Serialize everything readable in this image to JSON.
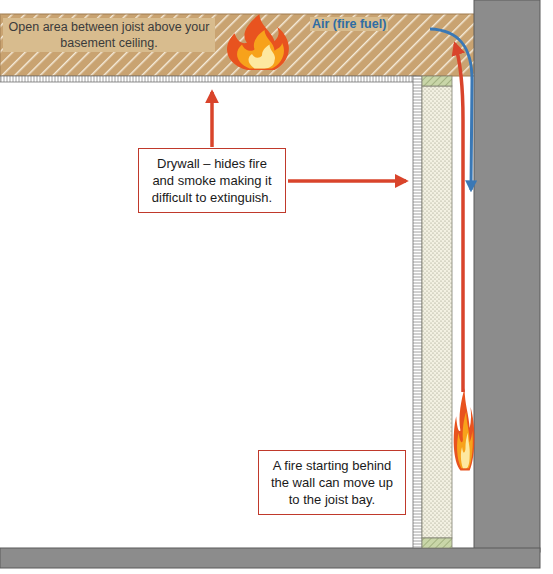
{
  "diagram": {
    "nodes": [
      {
        "text": [
          "Open area between joist above your basement ceiling."
        ]
      },
      {
        "text": [
          "Drywall – hides fire and smoke making it difficult to extinguish."
        ]
      },
      {
        "text": [
          "A fire starting behind the wall can move up to the joist bay."
        ]
      }
    ],
    "labels": [
      "Air (fire fuel)"
    ]
  }
}
